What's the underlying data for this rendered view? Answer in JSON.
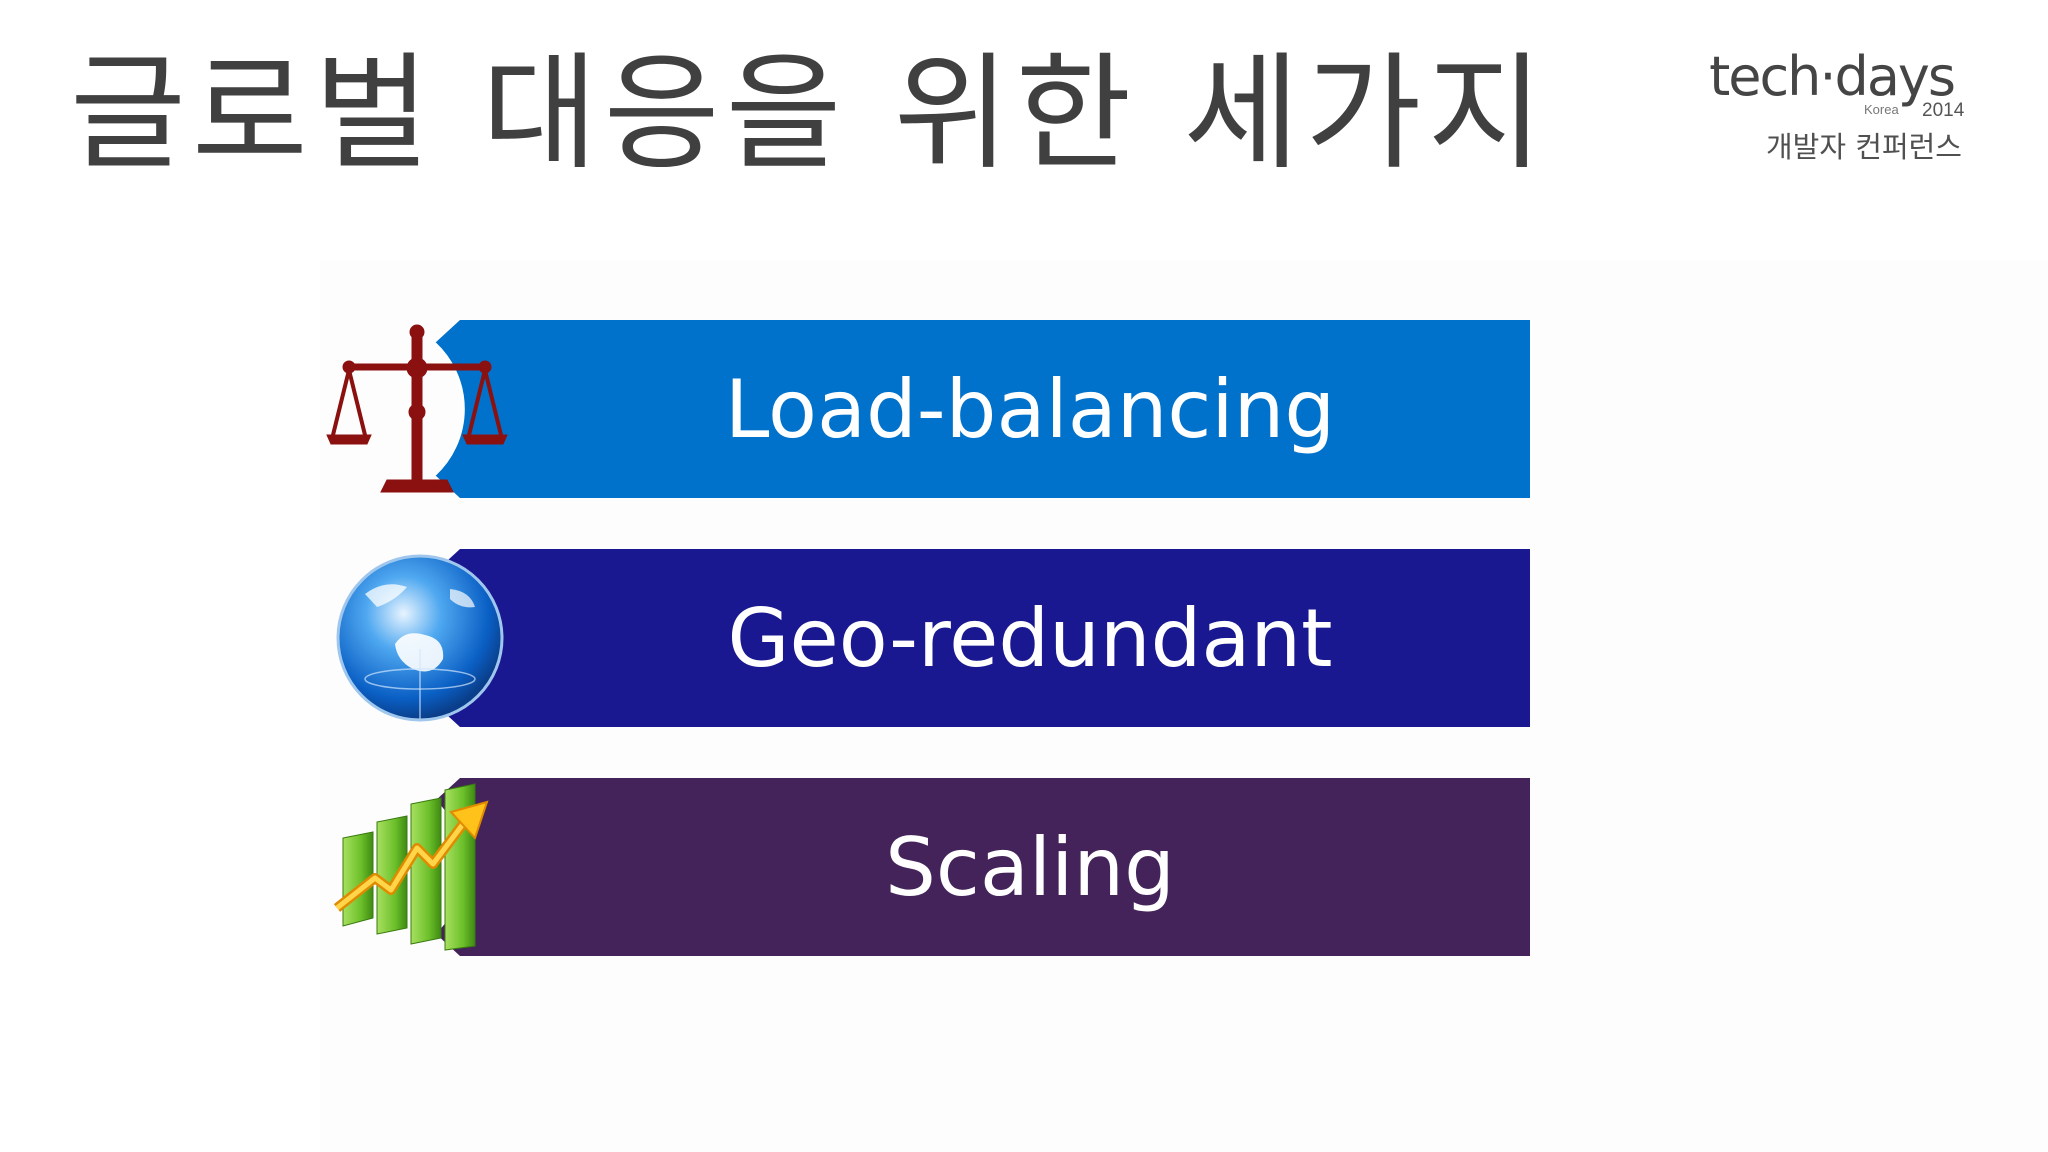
{
  "title": "글로벌 대응을 위한 세가지",
  "logo": {
    "main": "tech·days",
    "korea": "Korea",
    "year": "2014",
    "subtitle": "개발자 컨퍼런스"
  },
  "items": [
    {
      "label": "Load-balancing",
      "color": "#0072CC",
      "icon": "scale-icon"
    },
    {
      "label": "Geo-redundant",
      "color": "#1A1890",
      "icon": "globe-icon"
    },
    {
      "label": "Scaling",
      "color": "#44235A",
      "icon": "growth-chart-icon"
    }
  ]
}
